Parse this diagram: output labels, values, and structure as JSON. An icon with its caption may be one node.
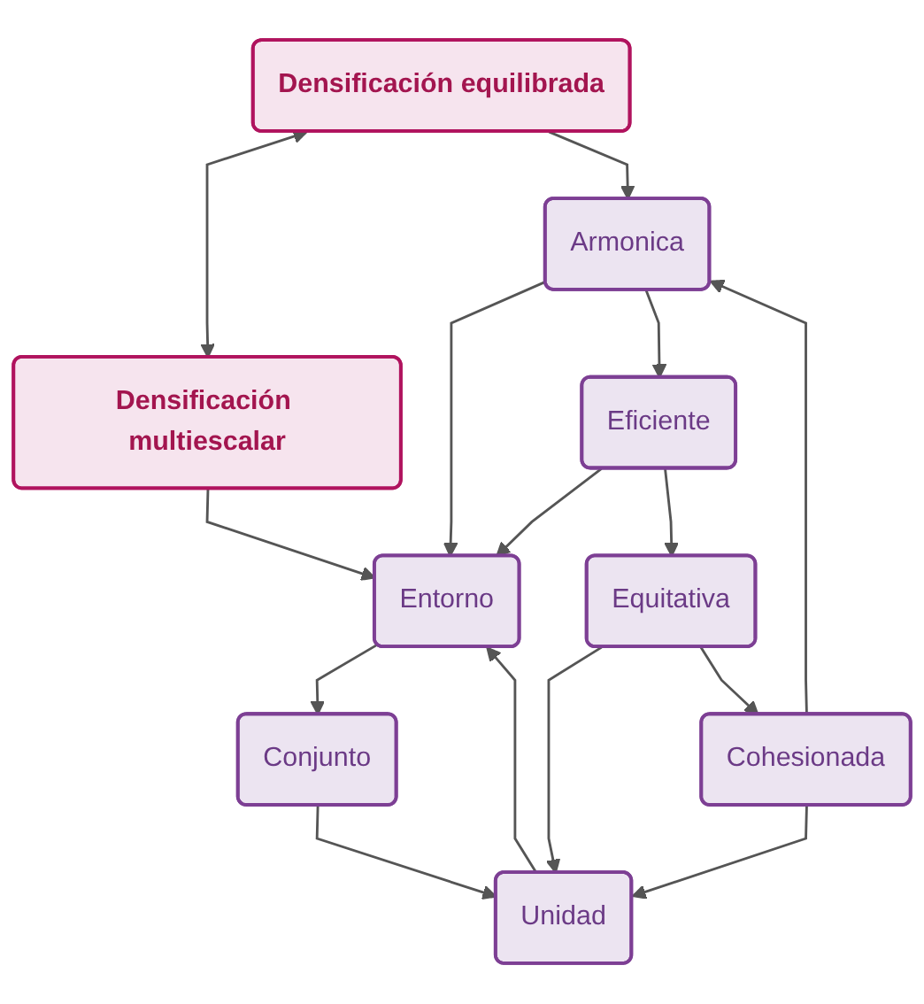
{
  "diagram": {
    "nodes": [
      {
        "text": [
          "Densificación equilibrada"
        ]
      },
      {
        "text": [
          "Densificación multiescalar"
        ]
      },
      {
        "text": [
          "Armonica"
        ]
      },
      {
        "text": [
          "Entorno"
        ]
      },
      {
        "text": [
          "Eficiente"
        ]
      },
      {
        "text": [
          "Conjunto"
        ]
      },
      {
        "text": [
          "Equitativa"
        ]
      },
      {
        "text": [
          "Unidad"
        ]
      },
      {
        "text": [
          "Cohesionada"
        ]
      }
    ],
    "edges": [
      {
        "from": 0,
        "to": 1,
        "arrow": "both"
      },
      {
        "from": 0,
        "to": 2,
        "arrow": "to"
      },
      {
        "from": 1,
        "to": 3,
        "arrow": "to"
      },
      {
        "from": 2,
        "to": 3,
        "arrow": "to"
      },
      {
        "from": 2,
        "to": 4,
        "arrow": "to"
      },
      {
        "from": 4,
        "to": 3,
        "arrow": "to"
      },
      {
        "from": 3,
        "to": 5,
        "arrow": "to"
      },
      {
        "from": 4,
        "to": 6,
        "arrow": "to"
      },
      {
        "from": 5,
        "to": 7,
        "arrow": "to"
      },
      {
        "from": 6,
        "to": 7,
        "arrow": "to"
      },
      {
        "from": 6,
        "to": 8,
        "arrow": "to"
      },
      {
        "from": 8,
        "to": 7,
        "arrow": "to"
      },
      {
        "from": 8,
        "to": 2,
        "arrow": "to"
      },
      {
        "from": 7,
        "to": 3,
        "arrow": "to"
      }
    ]
  }
}
